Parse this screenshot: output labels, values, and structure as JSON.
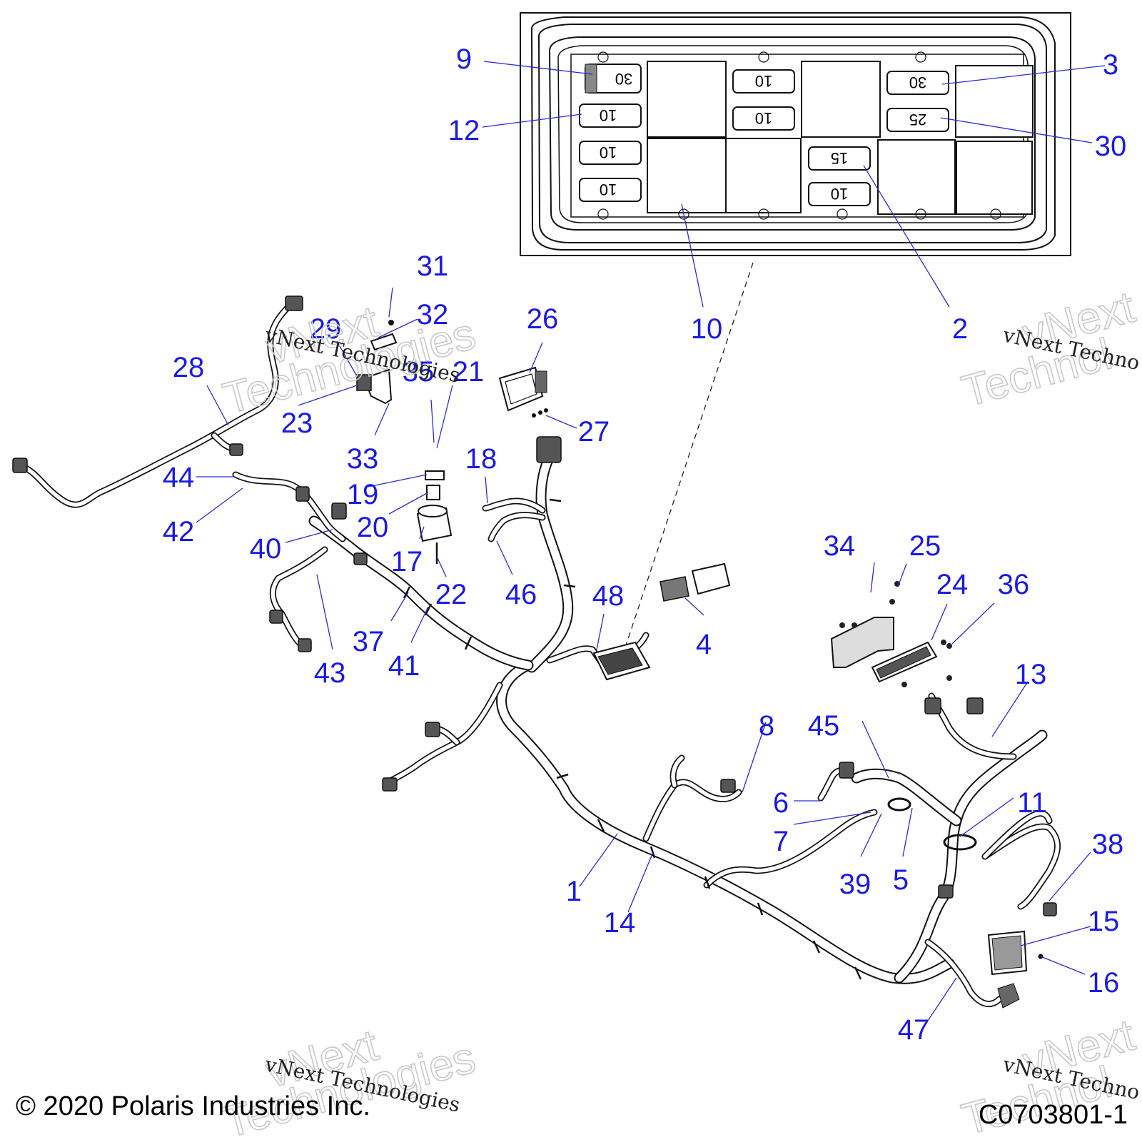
{
  "callouts": [
    {
      "id": "c1",
      "text": "1"
    },
    {
      "id": "c2",
      "text": "2"
    },
    {
      "id": "c3",
      "text": "3"
    },
    {
      "id": "c4",
      "text": "4"
    },
    {
      "id": "c5",
      "text": "5"
    },
    {
      "id": "c6",
      "text": "6"
    },
    {
      "id": "c7",
      "text": "7"
    },
    {
      "id": "c8",
      "text": "8"
    },
    {
      "id": "c9",
      "text": "9"
    },
    {
      "id": "c10",
      "text": "10"
    },
    {
      "id": "c11",
      "text": "11"
    },
    {
      "id": "c12",
      "text": "12"
    },
    {
      "id": "c13",
      "text": "13"
    },
    {
      "id": "c14",
      "text": "14"
    },
    {
      "id": "c15",
      "text": "15"
    },
    {
      "id": "c16",
      "text": "16"
    },
    {
      "id": "c17",
      "text": "17"
    },
    {
      "id": "c18",
      "text": "18"
    },
    {
      "id": "c19",
      "text": "19"
    },
    {
      "id": "c20",
      "text": "20"
    },
    {
      "id": "c21",
      "text": "21"
    },
    {
      "id": "c22",
      "text": "22"
    },
    {
      "id": "c23",
      "text": "23"
    },
    {
      "id": "c24",
      "text": "24"
    },
    {
      "id": "c25",
      "text": "25"
    },
    {
      "id": "c26",
      "text": "26"
    },
    {
      "id": "c27",
      "text": "27"
    },
    {
      "id": "c28",
      "text": "28"
    },
    {
      "id": "c29",
      "text": "29"
    },
    {
      "id": "c30",
      "text": "30"
    },
    {
      "id": "c31",
      "text": "31"
    },
    {
      "id": "c32",
      "text": "32"
    },
    {
      "id": "c33",
      "text": "33"
    },
    {
      "id": "c34",
      "text": "34"
    },
    {
      "id": "c35",
      "text": "35"
    },
    {
      "id": "c36",
      "text": "36"
    },
    {
      "id": "c37",
      "text": "37"
    },
    {
      "id": "c38",
      "text": "38"
    },
    {
      "id": "c39",
      "text": "39"
    },
    {
      "id": "c40",
      "text": "40"
    },
    {
      "id": "c41",
      "text": "41"
    },
    {
      "id": "c42",
      "text": "42"
    },
    {
      "id": "c43",
      "text": "43"
    },
    {
      "id": "c44",
      "text": "44"
    },
    {
      "id": "c45",
      "text": "45"
    },
    {
      "id": "c46",
      "text": "46"
    },
    {
      "id": "c47",
      "text": "47"
    },
    {
      "id": "c48",
      "text": "48"
    }
  ],
  "fuse_ratings": {
    "f9": "30",
    "f12": "10",
    "fL3": "10",
    "fL4": "10",
    "fM1": "10",
    "fM2": "10",
    "f3": "30",
    "f30": "25",
    "f2": "15",
    "fB": "10"
  },
  "watermark": {
    "mono": "vNext Technologies",
    "mono_cut": "vNext Techno",
    "big_line1": "vNext",
    "big_line2": "Technologies",
    "big_cut1": "vNext",
    "big_cut2": "Technol"
  },
  "footer": {
    "copyright": "© 2020 Polaris Industries Inc.",
    "code": "C0703801-1"
  }
}
